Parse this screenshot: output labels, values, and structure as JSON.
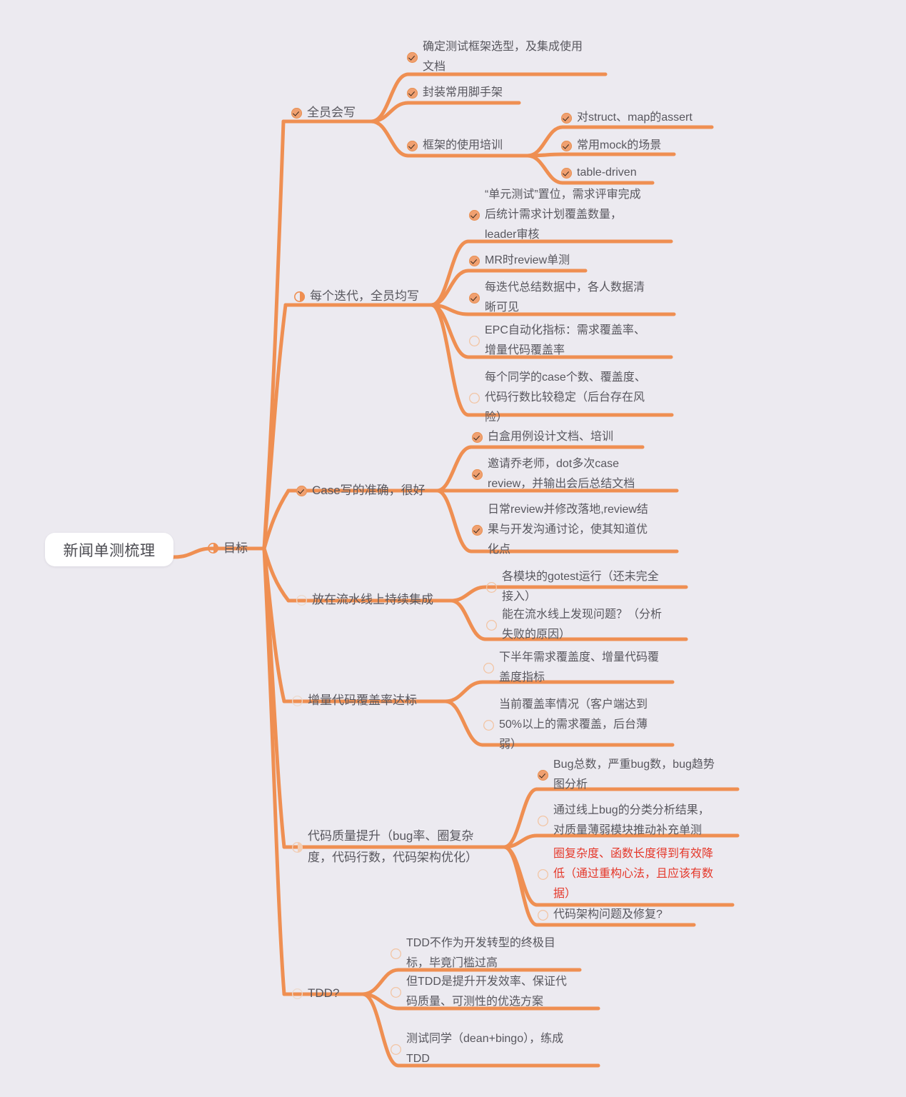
{
  "meta": {
    "background_color": "#eceaf0",
    "line_color": "#ef8f52",
    "text_color": "#58575e",
    "highlight_color": "#e5382a",
    "root_bg": "#ffffff"
  },
  "root": {
    "label": "新闻单测梳理",
    "icon": "none"
  },
  "trunk": {
    "label": "目标",
    "icon": "partial-icon"
  },
  "branches": [
    {
      "label": "全员会写",
      "icon": "check-icon",
      "children": [
        {
          "label": "确定测试框架选型，及集成使用\n文档",
          "icon": "check-icon"
        },
        {
          "label": "封装常用脚手架",
          "icon": "check-icon"
        },
        {
          "label": "框架的使用培训",
          "icon": "check-icon",
          "children": [
            {
              "label": "对struct、map的assert",
              "icon": "check-icon"
            },
            {
              "label": "常用mock的场景",
              "icon": "check-icon"
            },
            {
              "label": "table-driven",
              "icon": "check-icon"
            }
          ]
        }
      ]
    },
    {
      "label": "每个迭代，全员均写",
      "icon": "partial-icon",
      "children": [
        {
          "label": "“单元测试”置位，需求评审完成\n后统计需求计划覆盖数量，\nleader审核",
          "icon": "check-icon"
        },
        {
          "label": "MR时review单测",
          "icon": "check-icon"
        },
        {
          "label": "每迭代总结数据中，各人数据清\n晰可见",
          "icon": "check-icon"
        },
        {
          "label": "EPC自动化指标：需求覆盖率、\n增量代码覆盖率",
          "icon": "empty-icon"
        },
        {
          "label": "每个同学的case个数、覆盖度、\n代码行数比较稳定（后台存在风\n险）",
          "icon": "empty-icon"
        }
      ]
    },
    {
      "label": "Case写的准确，很好",
      "icon": "check-icon",
      "children": [
        {
          "label": "白盒用例设计文档、培训",
          "icon": "check-icon"
        },
        {
          "label": "邀请乔老师，dot多次case\nreview，并输出会后总结文档",
          "icon": "check-icon"
        },
        {
          "label": "日常review并修改落地,review结\n果与开发沟通讨论，使其知道优\n化点",
          "icon": "check-icon"
        }
      ]
    },
    {
      "label": "放在流水线上持续集成",
      "icon": "faint-icon",
      "children": [
        {
          "label": "各模块的gotest运行（还未完全\n接入）",
          "icon": "empty-icon"
        },
        {
          "label": "能在流水线上发现问题？（分析\n失败的原因）",
          "icon": "empty-icon"
        }
      ]
    },
    {
      "label": "增量代码覆盖率达标",
      "icon": "faint-icon",
      "children": [
        {
          "label": "下半年需求覆盖度、增量代码覆\n盖度指标",
          "icon": "empty-icon"
        },
        {
          "label": "当前覆盖率情况（客户端达到\n50%以上的需求覆盖，后台薄\n弱）",
          "icon": "empty-icon"
        }
      ]
    },
    {
      "label": "代码质量提升（bug率、圈复杂\n度，代码行数，代码架构优化）",
      "icon": "partial-faint-icon",
      "children": [
        {
          "label": "Bug总数，严重bug数，bug趋势\n图分析",
          "icon": "check-icon"
        },
        {
          "label": "通过线上bug的分类分析结果，\n对质量薄弱模块推动补充单测",
          "icon": "empty-icon"
        },
        {
          "label": "圈复杂度、函数长度得到有效降\n低（通过重构心法，且应该有数\n据）",
          "icon": "empty-icon",
          "highlight": true
        },
        {
          "label": "代码架构问题及修复?",
          "icon": "empty-icon"
        }
      ]
    },
    {
      "label": "TDD?",
      "icon": "faint-icon",
      "children": [
        {
          "label": "TDD不作为开发转型的终极目\n标，毕竟门槛过高",
          "icon": "empty-icon"
        },
        {
          "label": "但TDD是提升开发效率、保证代\n码质量、可测性的优选方案",
          "icon": "empty-icon"
        },
        {
          "label": "测试同学（dean+bingo），练成\nTDD",
          "icon": "empty-icon"
        }
      ]
    }
  ]
}
